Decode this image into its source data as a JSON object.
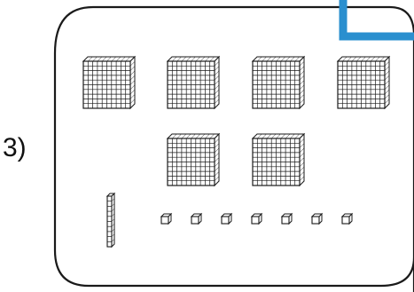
{
  "problem": {
    "number": "3)"
  },
  "colors": {
    "ink": "#1a1a1a",
    "accent": "#2a8fcf",
    "fill": "#ffffff"
  },
  "blocks": {
    "hundreds": 6,
    "tens": 1,
    "ones": 7
  }
}
